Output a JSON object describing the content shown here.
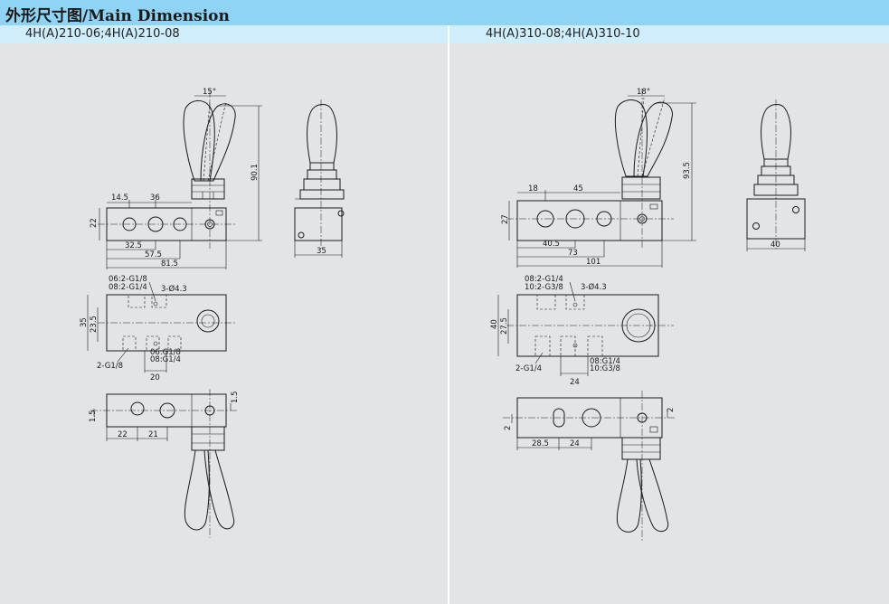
{
  "header": {
    "title": "外形尺寸图/Main Dimension"
  },
  "left": {
    "model": "4H(A)210-06;4H(A)210-08",
    "angle": "15°",
    "height": "90.1",
    "d_14_5": "14.5",
    "d_36": "36",
    "d_22": "22",
    "d_32_5": "32.5",
    "d_57_5": "57.5",
    "d_81_5": "81.5",
    "side_35": "35",
    "port_a1": "06:2-G1/8",
    "port_a2": "08:2-G1/4",
    "hole": "3-Ø4.3",
    "top_35": "35",
    "top_23_5": "23.5",
    "port_b": "2-G1/8",
    "port_c1": "06:G1/8",
    "port_c2": "08:G1/4",
    "d_20": "20",
    "b_1_5a": "1.5",
    "b_1_5b": "1.5",
    "b_22": "22",
    "b_21": "21"
  },
  "right": {
    "model": "4H(A)310-08;4H(A)310-10",
    "angle": "18°",
    "height": "93.5",
    "d_18": "18",
    "d_45": "45",
    "d_27": "27",
    "d_40_5": "40.5",
    "d_73": "73",
    "d_101": "101",
    "side_40": "40",
    "port_a1": "08:2-G1/4",
    "port_a2": "10:2-G3/8",
    "hole": "3-Ø4.3",
    "top_40": "40",
    "top_27_5": "27.5",
    "port_b": "2-G1/4",
    "port_c1": "08:G1/4",
    "port_c2": "10:G3/8",
    "d_24": "24",
    "b_2a": "2",
    "b_2b": "2",
    "b_28_5": "28.5",
    "b_24": "24"
  }
}
